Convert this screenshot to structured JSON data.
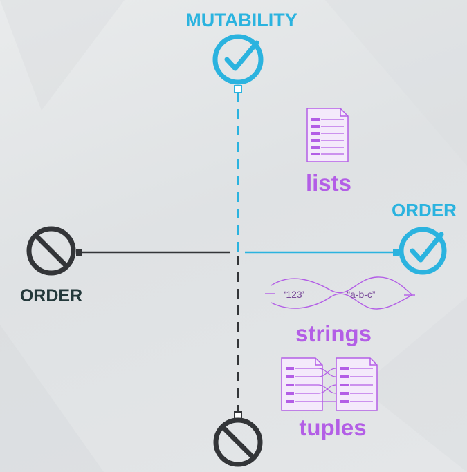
{
  "colors": {
    "cyan": "#2bb3df",
    "purple": "#b35ee6",
    "dark": "#333538",
    "darkTeal": "#24393b",
    "background": "#e4e6e8"
  },
  "top_label": "MUTABILITY",
  "right_label": "ORDER",
  "left_label": "ORDER",
  "items": {
    "lists": "lists",
    "strings": "strings",
    "tuples": "tuples"
  },
  "string_examples": {
    "first": "‘123’",
    "second": "“a-b-c”"
  },
  "icons": {
    "top": "check-circle-icon",
    "right": "check-circle-icon",
    "left": "prohibited-icon",
    "bottom": "prohibited-icon",
    "lists": "document-list-icon",
    "tuples": "paired-documents-icon"
  }
}
